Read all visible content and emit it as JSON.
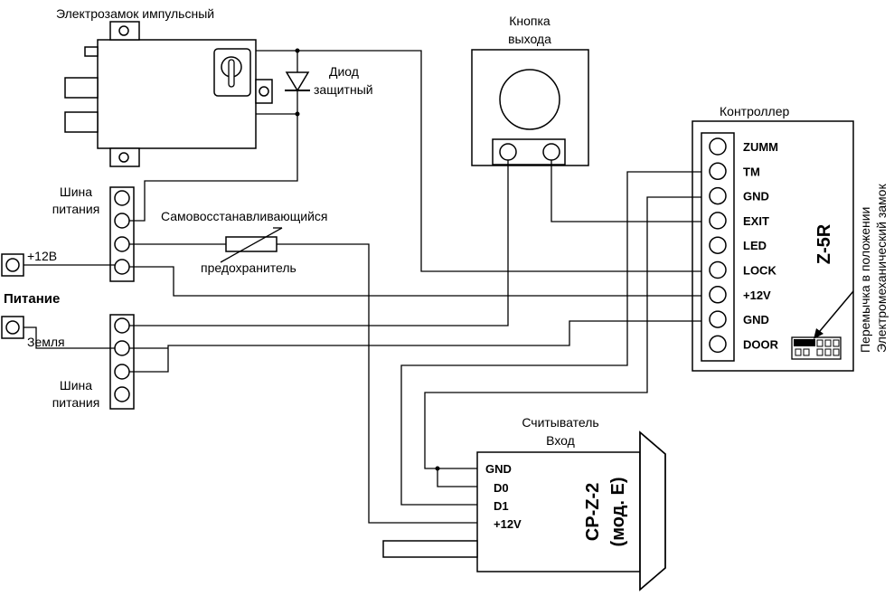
{
  "lock": {
    "title": "Электрозамок импульсный"
  },
  "diode": {
    "line1": "Диод",
    "line2": "защитный"
  },
  "exit_button": {
    "line1": "Кнопка",
    "line2": "выхода"
  },
  "controller": {
    "title": "Контроллер",
    "model": "Z-5R",
    "terminals": [
      "ZUMM",
      "TM",
      "GND",
      "EXIT",
      "LED",
      "LOCK",
      "+12V",
      "GND",
      "DOOR"
    ],
    "jumper_line1": "Перемычка в положении",
    "jumper_line2": "Электромеханический замок"
  },
  "bus_top": {
    "line1": "Шина",
    "line2": "питания"
  },
  "bus_bottom": {
    "line1": "Шина",
    "line2": "питания"
  },
  "fuse": {
    "line1": "Самовосстанавливающийся",
    "line2": "предохранитель"
  },
  "power": {
    "title": "Питание",
    "plus": "+12В",
    "ground": "Земля"
  },
  "reader": {
    "title1": "Считыватель",
    "title2": "Вход",
    "model1": "CP-Z-2",
    "model2": "(мод. Е)",
    "terminals": [
      "GND",
      "D0",
      "D1",
      "+12V"
    ]
  }
}
